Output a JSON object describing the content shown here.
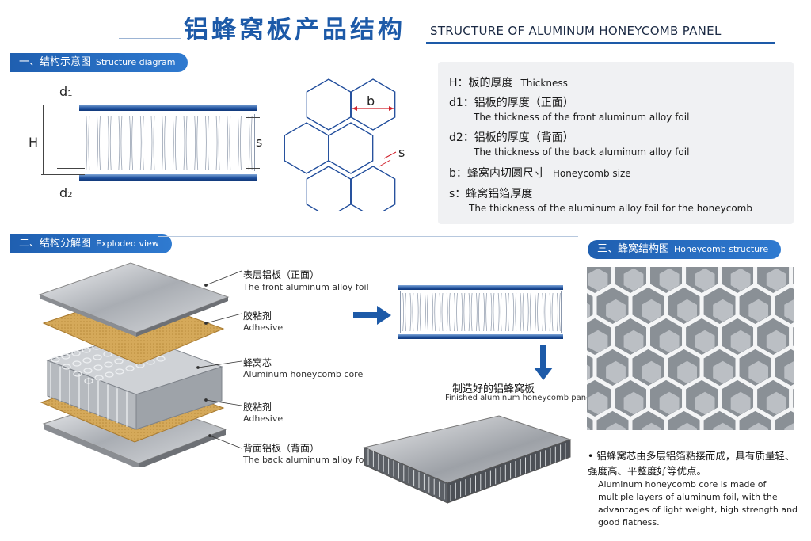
{
  "header": {
    "title_zh": "铝蜂窝板产品结构",
    "title_en": "STRUCTURE OF ALUMINUM HONEYCOMB PANEL",
    "accent_color": "#1d5aa8"
  },
  "section1": {
    "label_zh": "一、结构示意图",
    "label_en": "Structure diagram",
    "dims": {
      "d1": "d",
      "d1_sub": "1",
      "d2": "d",
      "d2_sub": "2",
      "H": "H",
      "s": "s",
      "b": "b",
      "s_hex": "s"
    },
    "legend": [
      {
        "key": "H：板的厚度",
        "en": "Thickness"
      },
      {
        "key": "d1：铝板的厚度（正面）",
        "desc": "The thickness of the front aluminum alloy foil"
      },
      {
        "key": "d2：铝板的厚度（背面）",
        "desc": "The thickness of the back aluminum alloy foil"
      },
      {
        "key": "b：蜂窝内切圆尺寸",
        "en": "Honeycomb size"
      },
      {
        "key": "s：蜂窝铝箔厚度",
        "desc": "The thickness of the aluminum alloy foil for the honeycomb"
      }
    ]
  },
  "section2": {
    "label_zh": "二、结构分解图",
    "label_en": "Exploded view",
    "layers": [
      {
        "zh": "表层铝板（正面）",
        "en": "The front aluminum alloy foil"
      },
      {
        "zh": "胶粘剂",
        "en": "Adhesive"
      },
      {
        "zh": "蜂窝芯",
        "en": "Aluminum honeycomb core"
      },
      {
        "zh": "胶粘剂",
        "en": "Adhesive"
      },
      {
        "zh": "背面铝板（背面）",
        "en": "The back aluminum alloy foil"
      }
    ],
    "finished_zh": "制造好的铝蜂窝板",
    "finished_en": "Finished aluminum honeycomb panel"
  },
  "section3": {
    "label_zh": "三、蜂窝结构图",
    "label_en": "Honeycomb structure",
    "bullet": "•",
    "desc_zh": "铝蜂窝芯由多层铝箔粘接而成，具有质量轻、强度高、平整度好等优点。",
    "desc_en": "Aluminum honeycomb core is made of multiple layers of aluminum foil, with the advantages of light weight, high strength and good flatness."
  }
}
